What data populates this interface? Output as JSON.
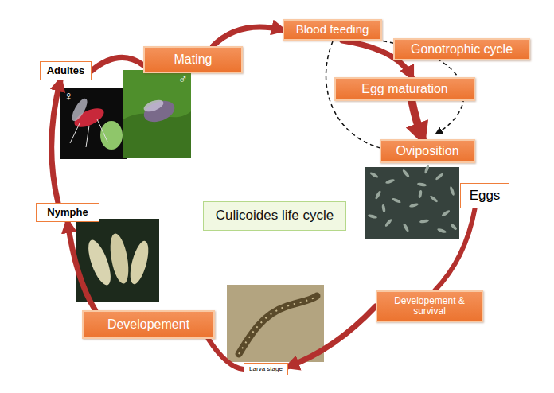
{
  "diagram": {
    "nodes": [
      {
        "text": [
          "Blood feeding"
        ]
      },
      {
        "text": [
          "Gonotrophic cycle"
        ]
      },
      {
        "text": [
          "Egg maturation"
        ]
      },
      {
        "text": [
          "Oviposition"
        ]
      },
      {
        "text": [
          "Eggs"
        ]
      },
      {
        "text": [
          "Developement & survival"
        ]
      },
      {
        "text": [
          "Larva stage"
        ]
      },
      {
        "text": [
          "Developement"
        ]
      },
      {
        "text": [
          "Nymphe"
        ]
      },
      {
        "text": [
          "Adultes"
        ]
      },
      {
        "text": [
          "Mating"
        ]
      },
      {
        "text": [
          "Culicoides life cycle"
        ]
      }
    ],
    "edges": [
      {
        "from": 0,
        "to": 2,
        "arrow": "to"
      },
      {
        "from": 2,
        "to": 3,
        "arrow": "to"
      },
      {
        "from": 4,
        "to": 5,
        "arrow": "none"
      },
      {
        "from": 5,
        "to": 6,
        "arrow": "to"
      },
      {
        "from": 6,
        "to": 7,
        "arrow": "none"
      },
      {
        "from": 7,
        "to": 8,
        "arrow": "to"
      },
      {
        "from": 8,
        "to": 9,
        "arrow": "to"
      },
      {
        "from": 9,
        "to": 10,
        "arrow": "none"
      },
      {
        "from": 10,
        "to": 0,
        "arrow": "to"
      }
    ],
    "labels": [
      "♀",
      "♂"
    ]
  }
}
